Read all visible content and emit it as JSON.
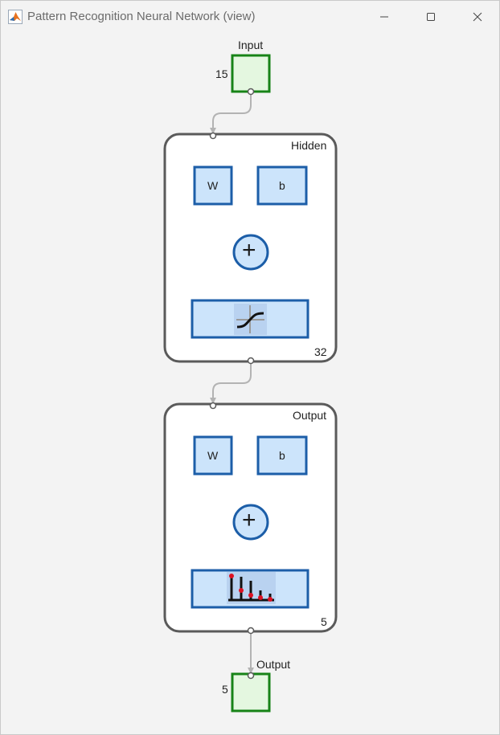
{
  "window": {
    "title": "Pattern Recognition Neural Network (view)",
    "icon": "matlab-logo-icon",
    "controls": [
      "minimize-icon",
      "maximize-icon",
      "close-icon"
    ]
  },
  "diagram": {
    "input": {
      "label": "Input",
      "size": "15"
    },
    "hidden_layer": {
      "label": "Hidden",
      "weight": "W",
      "bias": "b",
      "sum_symbol": "+",
      "transfer": "tansig-icon",
      "size": "32"
    },
    "output_layer": {
      "label": "Output",
      "weight": "W",
      "bias": "b",
      "sum_symbol": "+",
      "transfer": "softmax-icon",
      "size": "5"
    },
    "output": {
      "label": "Output",
      "size": "5"
    }
  },
  "colors": {
    "io_fill": "#e4f7e0",
    "io_border": "#178317",
    "block_fill": "#cce4fb",
    "block_border": "#1c5ea8",
    "layer_border": "#5a5a5a",
    "wire": "#b3b3b3",
    "softmax_dot": "#dd1122"
  }
}
